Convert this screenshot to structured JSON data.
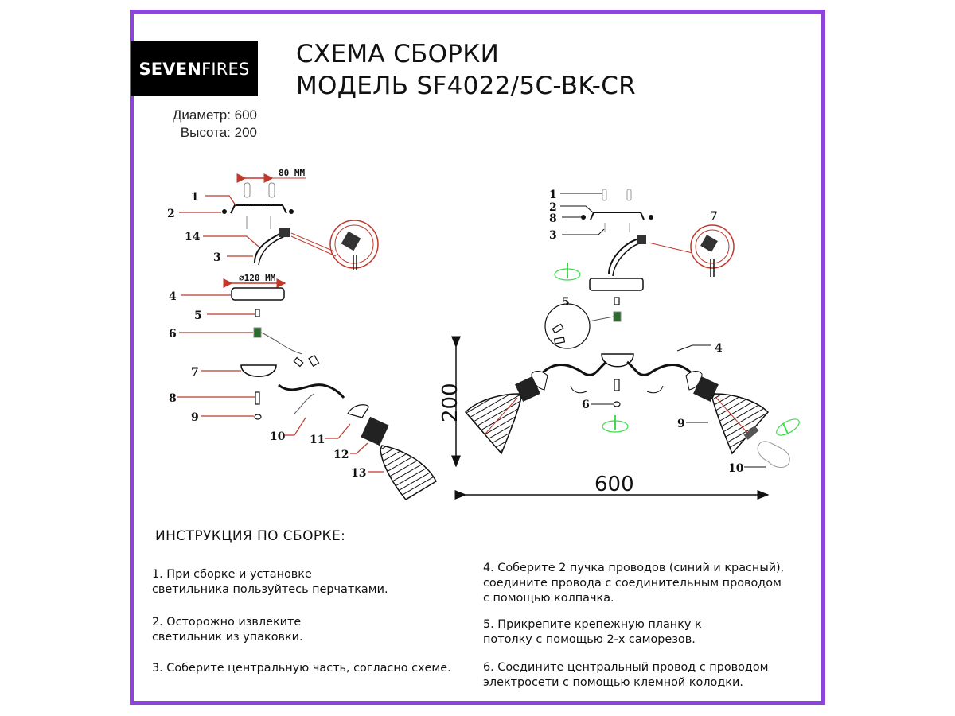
{
  "brand": {
    "bold": "SEVEN",
    "light": "FIRES"
  },
  "title": {
    "line1": "СХЕМА СБОРКИ",
    "line2": "МОДЕЛЬ SF4022/5C-BK-CR"
  },
  "specs": {
    "diameter": "Диаметр: 600",
    "height": "Высота: 200"
  },
  "colors": {
    "frame": "#8b45d9",
    "leader": "#c0392b",
    "rotate_arrow": "#3ddc4a"
  },
  "left_diagram": {
    "labels": [
      "1",
      "2",
      "14",
      "3",
      "4",
      "5",
      "6",
      "7",
      "8",
      "9",
      "10",
      "11",
      "12",
      "13"
    ],
    "dim_top": "80 MM",
    "dim_canopy": "⌀120 MM"
  },
  "right_diagram": {
    "labels": [
      "1",
      "2",
      "8",
      "3",
      "7",
      "5",
      "4",
      "6",
      "9",
      "10"
    ],
    "dim_width": "600",
    "dim_height": "200"
  },
  "instructions": {
    "heading": "ИНСТРУКЦИЯ ПО СБОРКЕ:",
    "steps": [
      {
        "lines": [
          "1. При сборке и установке",
          "светильника пользуйтесь перчатками."
        ]
      },
      {
        "lines": [
          "2. Осторожно извлеките",
          "светильник из упаковки."
        ]
      },
      {
        "lines": [
          "3. Соберите центральную часть, согласно схеме."
        ]
      },
      {
        "lines": [
          "4. Соберите 2 пучка проводов (синий и красный),",
          "соедините провода с соединительным проводом",
          "с помощью колпачка."
        ]
      },
      {
        "lines": [
          "5. Прикрепите крепежную планку к",
          "потолку с помощью 2-х саморезов."
        ]
      },
      {
        "lines": [
          "6. Соедините центральный провод с проводом",
          "электросети с помощью клемной колодки."
        ]
      }
    ]
  }
}
